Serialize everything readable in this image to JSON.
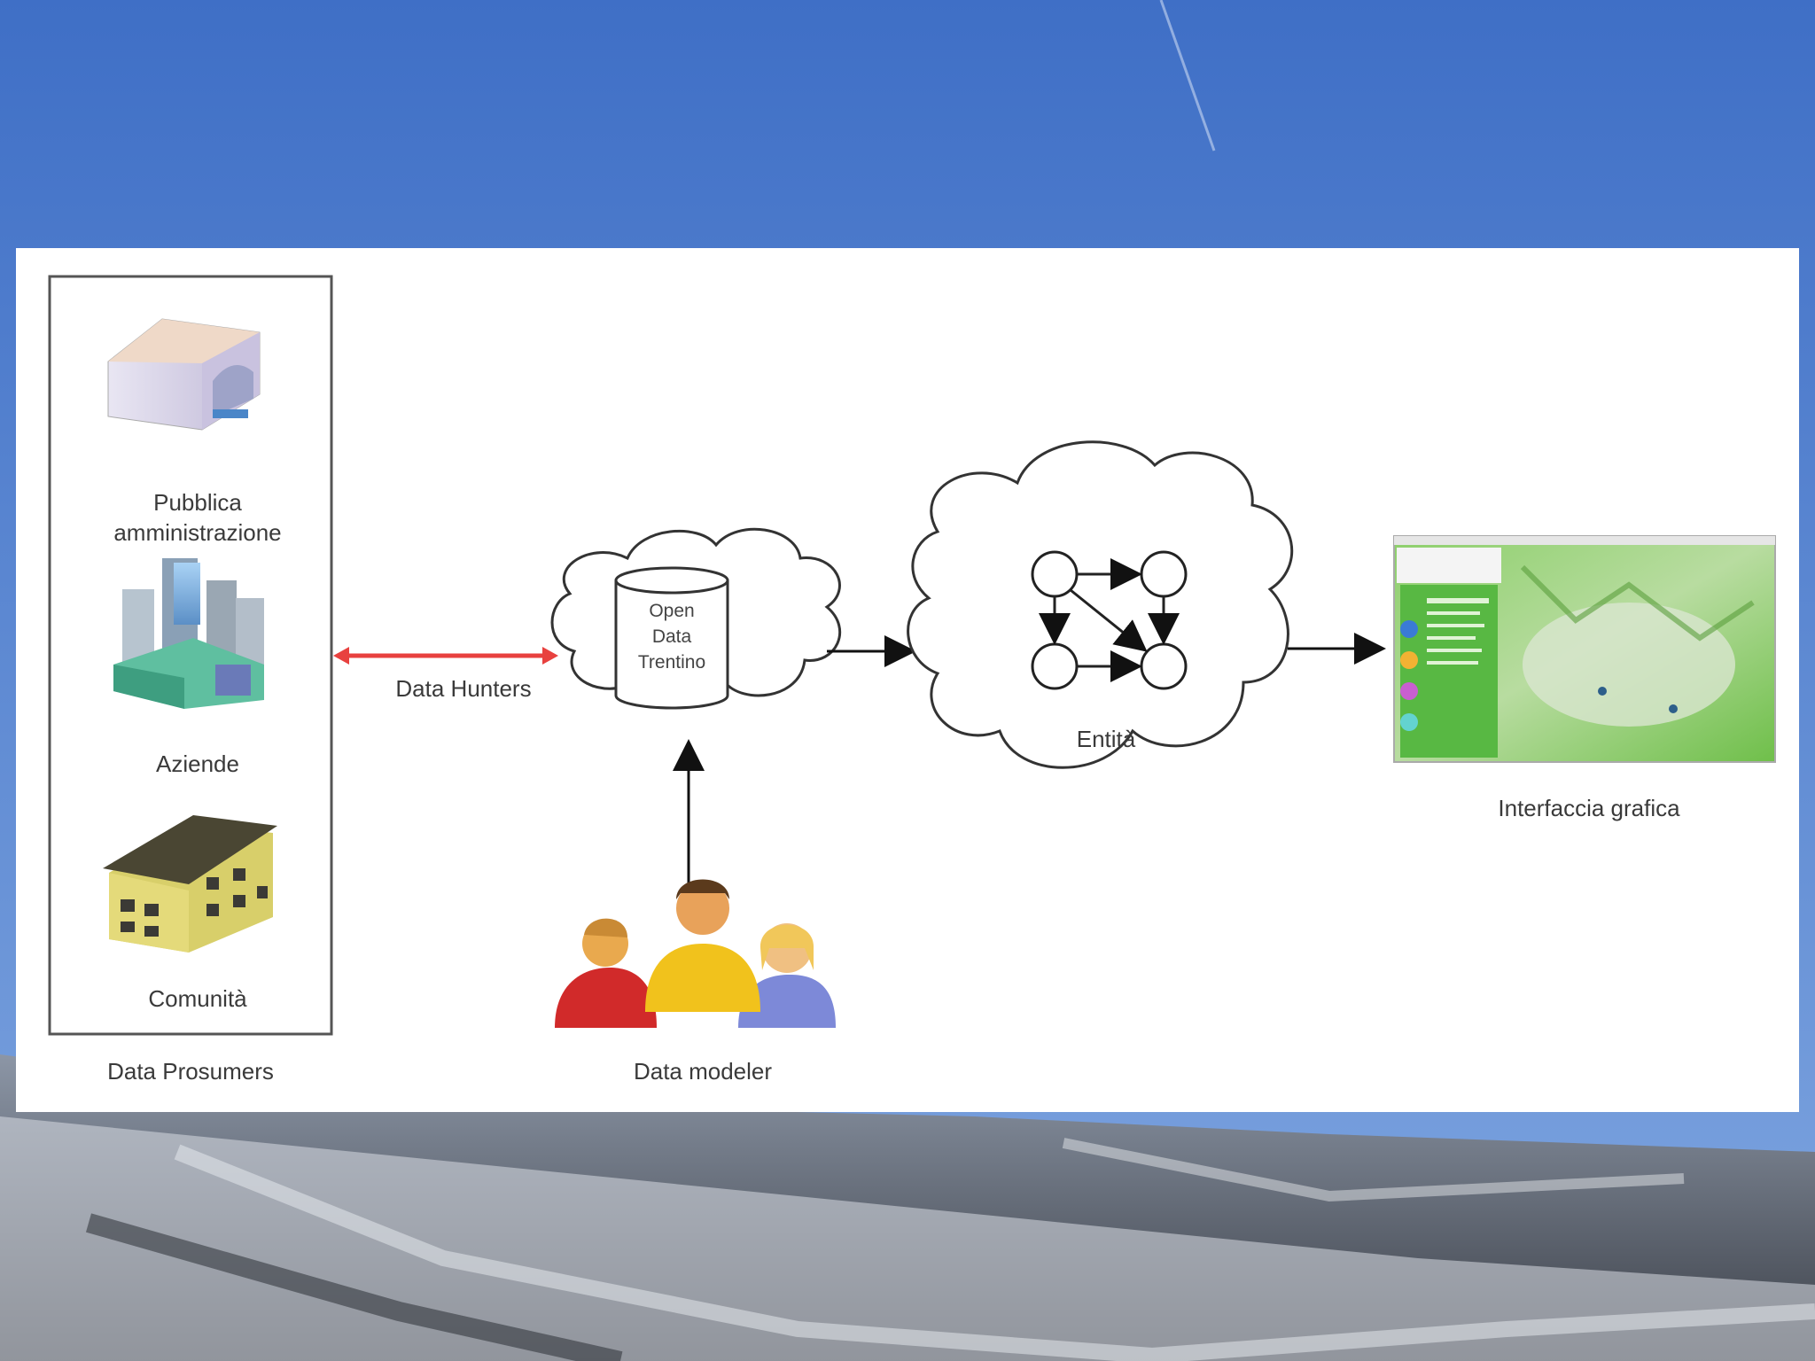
{
  "prosumers": {
    "items": [
      "Pubblica\namministrazione",
      "Aziende",
      "Comunità"
    ],
    "group_label": "Data Prosumers"
  },
  "hunters_label": "Data Hunters",
  "database_label": "Open\nData\nTrentino",
  "modeler_label": "Data modeler",
  "entities_label": "Entità",
  "interface_label": "Interfaccia grafica",
  "colors": {
    "sky_top": "#3f6fc6",
    "sky_bottom": "#7fa6e0",
    "hunters_arrow": "#e8413f",
    "map_green": "#6fbf4a"
  }
}
